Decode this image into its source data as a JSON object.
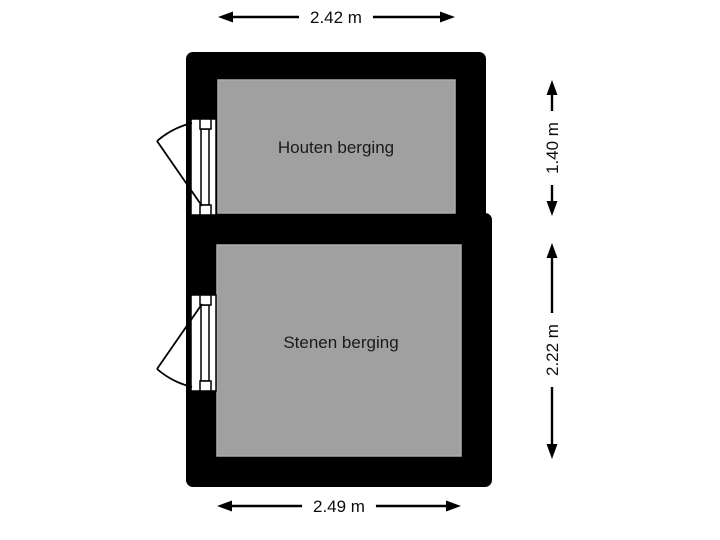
{
  "plan": {
    "type": "floorplan",
    "rooms": [
      {
        "id": "houten-berging",
        "label": "Houten berging"
      },
      {
        "id": "stenen-berging",
        "label": "Stenen berging"
      }
    ],
    "dimensions": {
      "top_width": "2.42 m",
      "right_upper_height": "1.40 m",
      "right_lower_height": "2.22 m",
      "bottom_width": "2.49 m"
    },
    "colors": {
      "wall": "#000000",
      "floor": "#a0a0a0",
      "floor_edge": "#adadad",
      "door": "#ffffff",
      "dimension_line": "#000000",
      "label_background": "#ffffff",
      "label_text": "#1a1a1a",
      "background": "#ffffff"
    }
  }
}
